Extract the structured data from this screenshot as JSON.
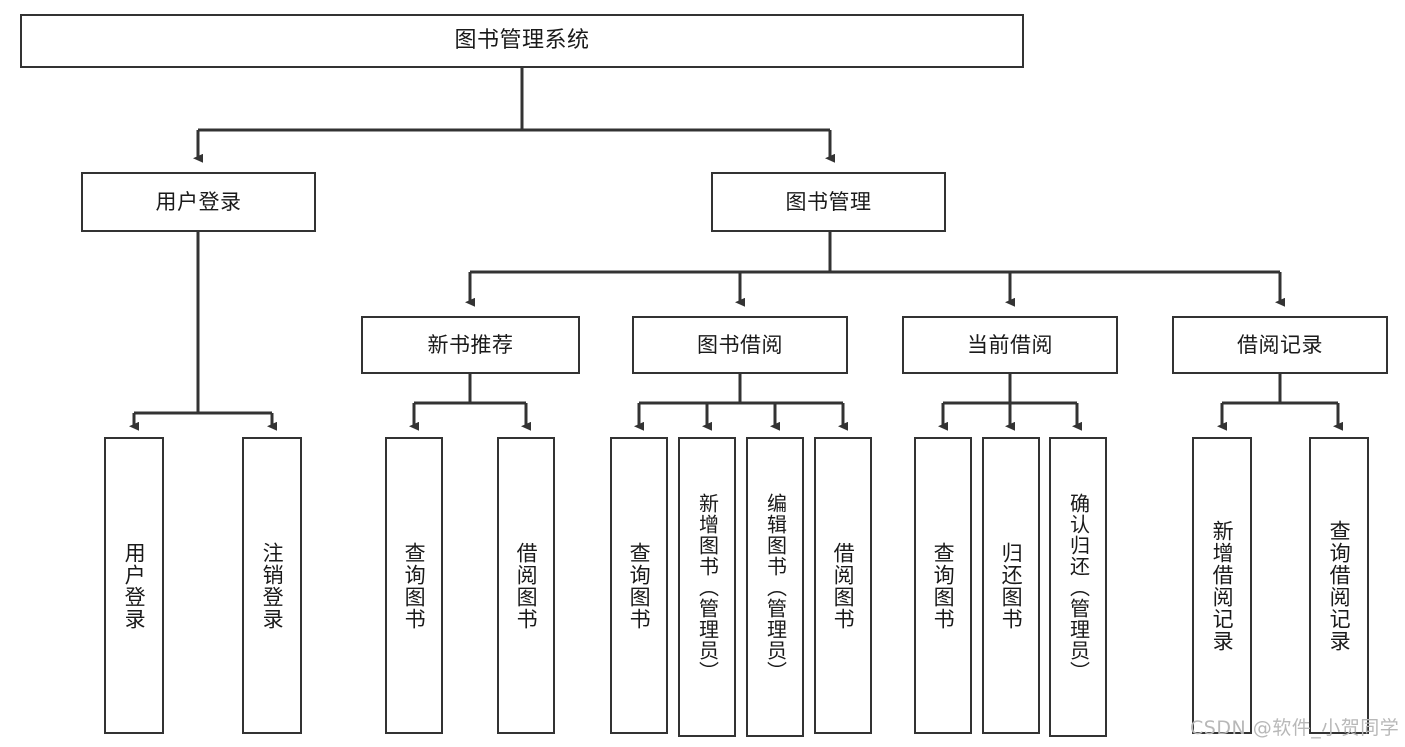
{
  "diagram": {
    "title": "图书管理系统",
    "type": "hierarchy-tree",
    "root": {
      "label": "图书管理系统"
    },
    "level2": [
      {
        "label": "用户登录"
      },
      {
        "label": "图书管理"
      }
    ],
    "level3": [
      {
        "label": "新书推荐"
      },
      {
        "label": "图书借阅"
      },
      {
        "label": "当前借阅"
      },
      {
        "label": "借阅记录"
      }
    ],
    "leaves": {
      "user_login": [
        {
          "label": "用户登录"
        },
        {
          "label": "注销登录"
        }
      ],
      "new_book_recommend": [
        {
          "label": "查询图书"
        },
        {
          "label": "借阅图书"
        }
      ],
      "book_borrow": [
        {
          "label": "查询图书"
        },
        {
          "label": "新增图书（管理员）"
        },
        {
          "label": "编辑图书（管理员）"
        },
        {
          "label": "借阅图书"
        }
      ],
      "current_borrow": [
        {
          "label": "查询图书"
        },
        {
          "label": "归还图书"
        },
        {
          "label": "确认归还（管理员）"
        }
      ],
      "borrow_record": [
        {
          "label": "新增借阅记录"
        },
        {
          "label": "查询借阅记录"
        }
      ]
    }
  },
  "watermark": {
    "text": "CSDN @软件_小贺同学"
  },
  "colors": {
    "stroke": "#333333",
    "fill": "#ffffff",
    "text": "#1a1a1a",
    "watermark": "#b8b8b8"
  }
}
